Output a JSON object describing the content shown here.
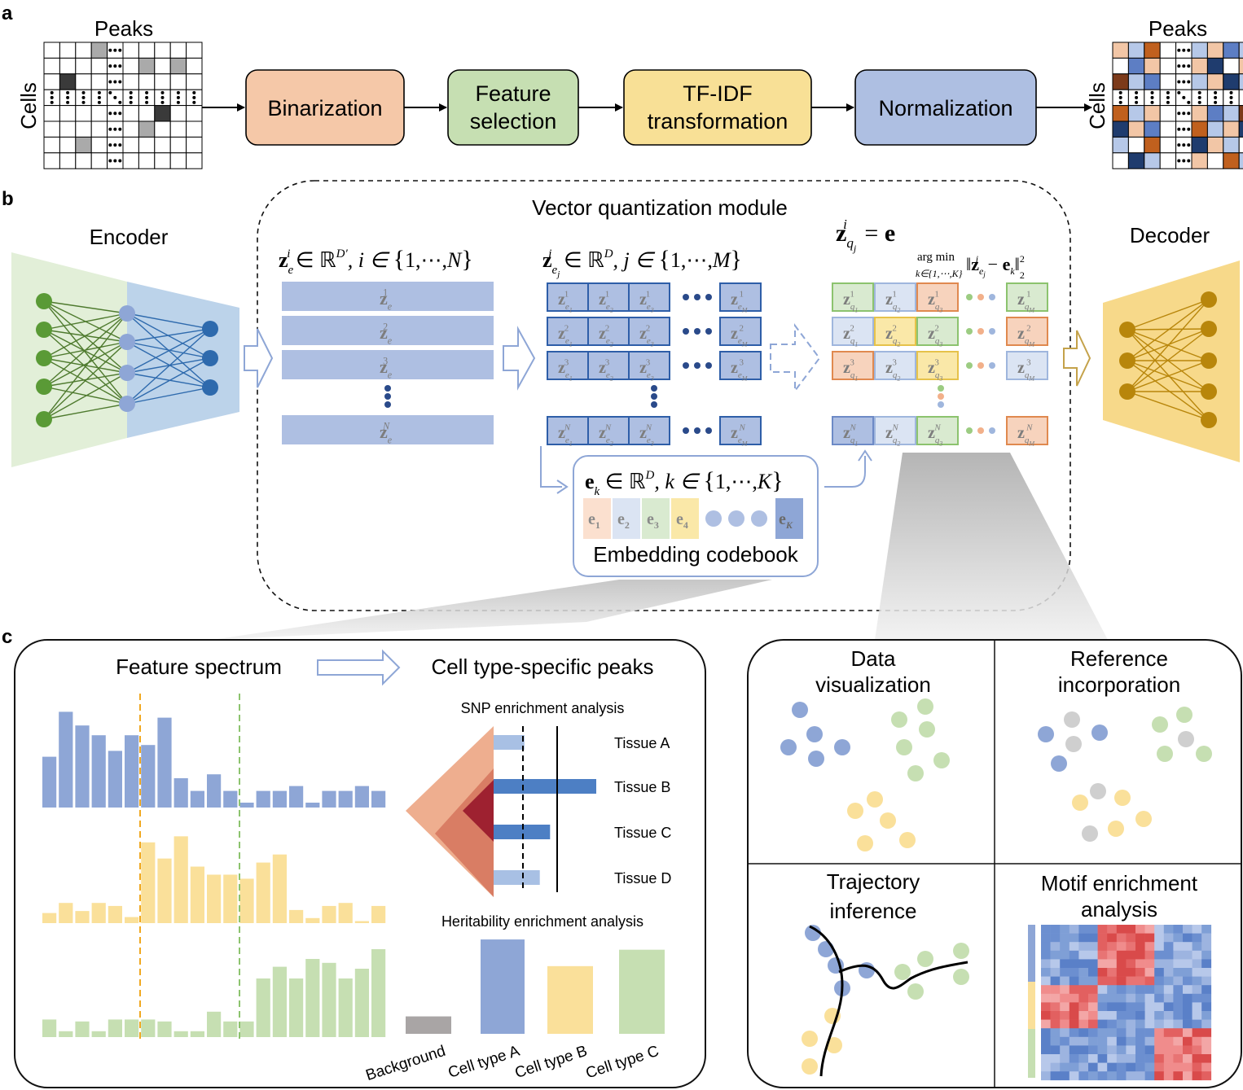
{
  "panels": {
    "a": "a",
    "b": "b",
    "c": "c"
  },
  "pipeline": {
    "input_top": "Peaks",
    "input_side": "Cells",
    "steps": [
      "Binarization",
      "Feature\nselection",
      "TF-IDF\ntransformation",
      "Normalization"
    ],
    "output_top": "Peaks",
    "output_side": "Cells",
    "colors": [
      "#f5c8a8",
      "#c6dfb2",
      "#f8e096",
      "#aebfe2"
    ]
  },
  "vq": {
    "encoder": "Encoder",
    "decoder": "Decoder",
    "module": "Vector quantization module",
    "codebook_label": "Embedding codebook",
    "codebook_items": [
      "e1",
      "e2",
      "e3",
      "e4",
      "eK"
    ]
  },
  "c_left": {
    "feature_spectrum": "Feature spectrum",
    "cell_type_peaks": "Cell type-specific peaks",
    "snp_title": "SNP enrichment analysis",
    "tissues": [
      "Tissue A",
      "Tissue B",
      "Tissue C",
      "Tissue D"
    ],
    "snp_values": [
      0.3,
      1.0,
      0.55,
      0.45
    ],
    "herit_title": "Heritability enrichment analysis",
    "herit_categories": [
      "Background",
      "Cell type A",
      "Cell type B",
      "Cell type C"
    ],
    "herit_values": [
      0.17,
      0.92,
      0.66,
      0.82
    ],
    "spectrum_blue": [
      0.52,
      0.98,
      0.84,
      0.74,
      0.58,
      0.74,
      0.64,
      0.92,
      0.3,
      0.17,
      0.34,
      0.17,
      0.05,
      0.17,
      0.17,
      0.22,
      0.05,
      0.17,
      0.17,
      0.22,
      0.17
    ],
    "spectrum_yellow": [
      0.1,
      0.2,
      0.12,
      0.2,
      0.17,
      0.06,
      0.8,
      0.64,
      0.86,
      0.56,
      0.48,
      0.48,
      0.44,
      0.6,
      0.68,
      0.13,
      0.05,
      0.17,
      0.2,
      0.02,
      0.17
    ],
    "spectrum_green": [
      0.18,
      0.06,
      0.16,
      0.06,
      0.18,
      0.18,
      0.18,
      0.16,
      0.06,
      0.06,
      0.26,
      0.16,
      0.16,
      0.6,
      0.72,
      0.6,
      0.8,
      0.76,
      0.6,
      0.7,
      0.9
    ]
  },
  "c_right": {
    "q1": "Data\nvisualization",
    "q2": "Reference\nincorporation",
    "q3": "Trajectory\ninference",
    "q4": "Motif enrichment\nanalysis"
  }
}
